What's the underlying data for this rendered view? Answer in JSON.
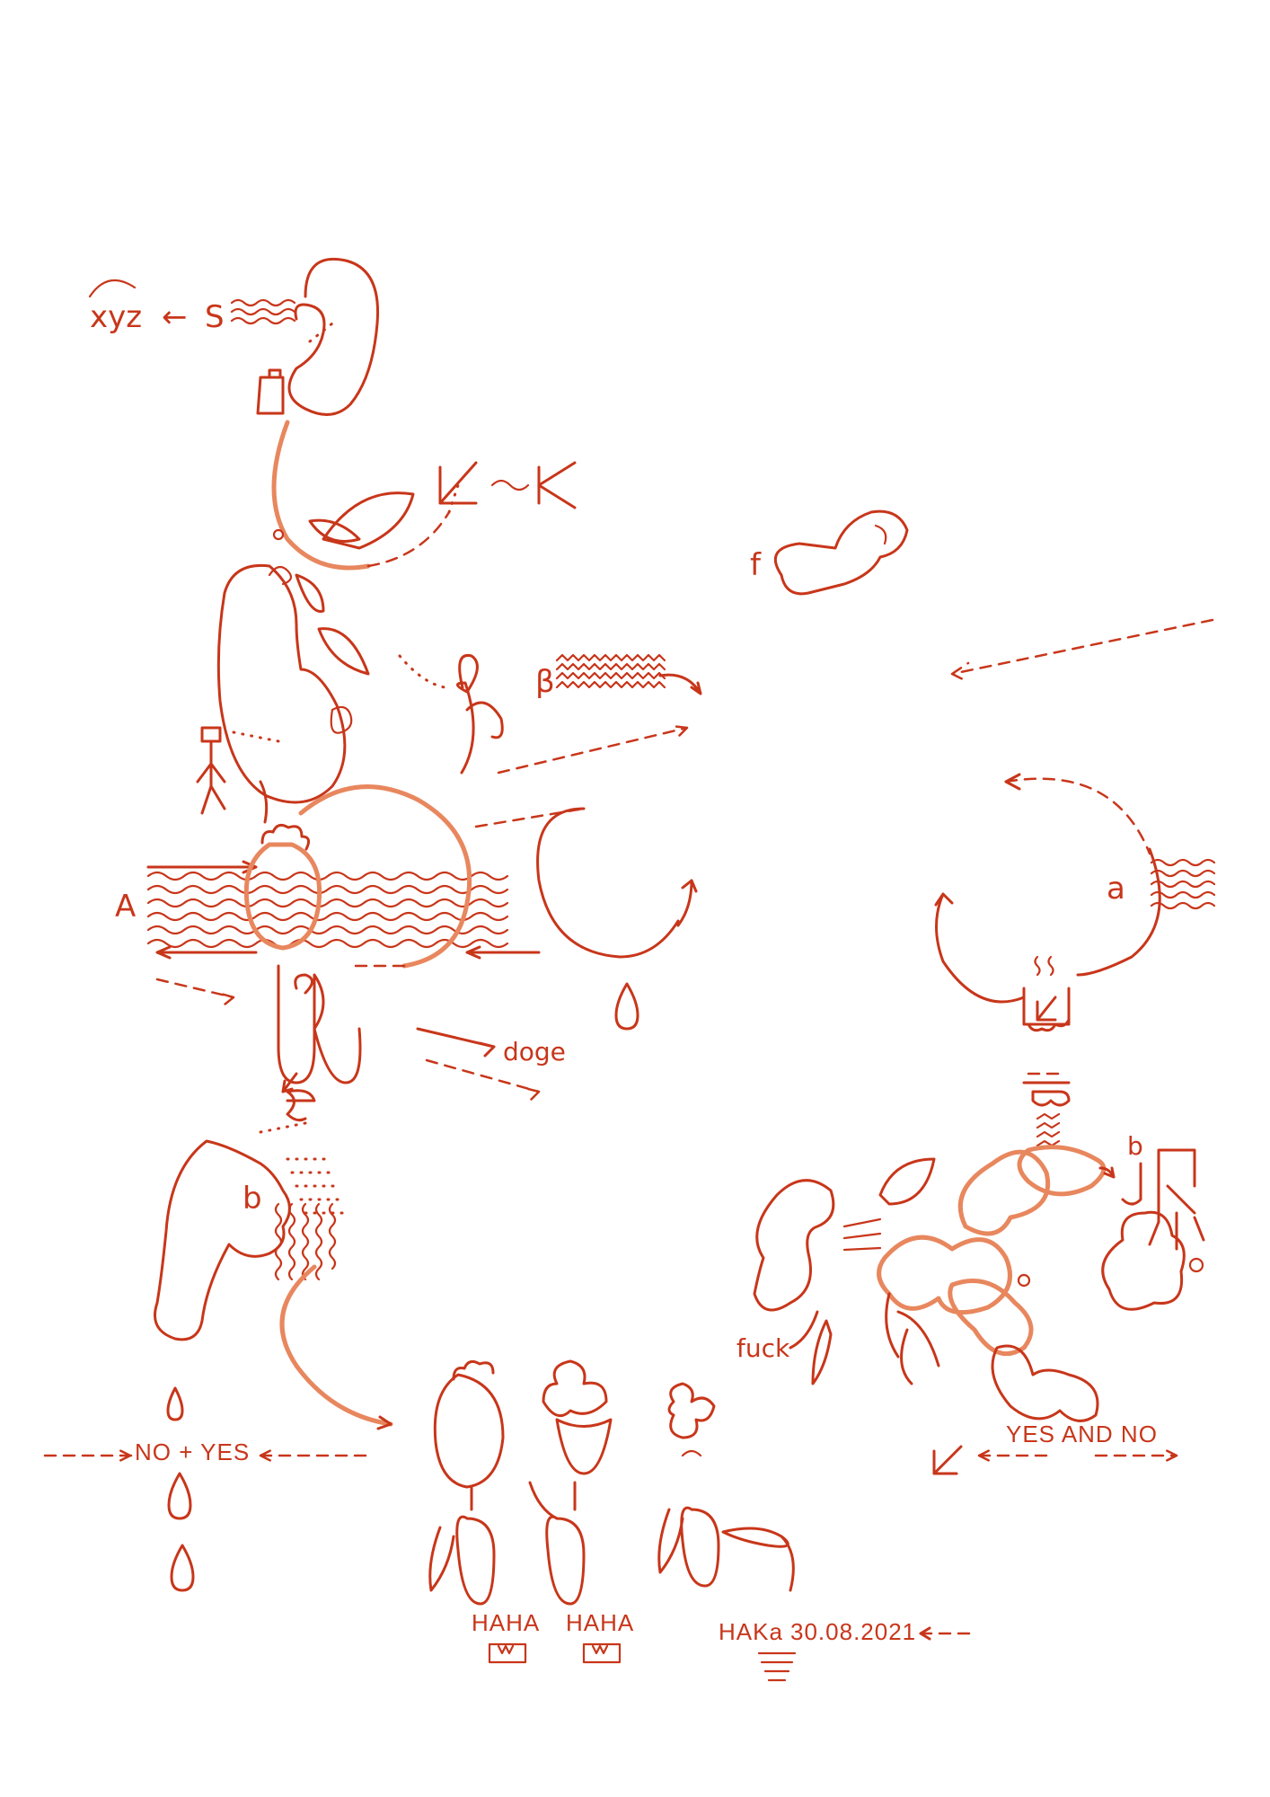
{
  "labels": {
    "xyz": "xyz",
    "arrow_left": "←",
    "s": "S",
    "f": "f",
    "beta": "β",
    "A": "A",
    "a": "a",
    "b_body": "b",
    "b_small": "b",
    "doge": "doge",
    "no_yes": "NO + YES",
    "yes_and_no": "YES AND NO",
    "fuck": "fuck",
    "haha_1": "HAHA",
    "haha_2": "HAHA",
    "signature": "HAKa",
    "date": "30.08.2021"
  },
  "colors": {
    "ink": "#c8361a",
    "ink_soft": "#e8875e",
    "paper": "#ffffff"
  }
}
